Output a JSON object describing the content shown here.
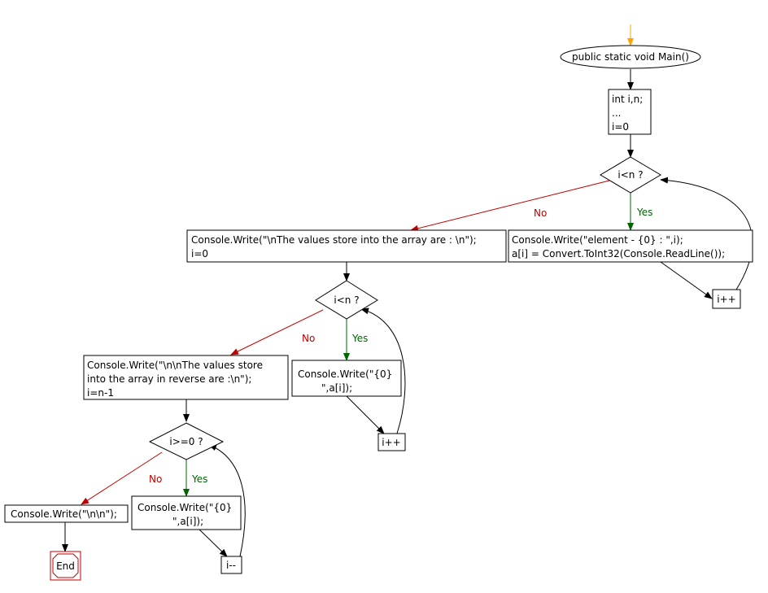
{
  "colors": {
    "start_arrow": "#ffa500",
    "no_branch": "#c00000",
    "yes_branch": "#006400",
    "end_outline": "#c00000",
    "line": "#000000"
  },
  "start": {
    "label": "public static void Main()"
  },
  "init_block": {
    "lines": [
      "int i,n;",
      "...",
      "i=0"
    ]
  },
  "cond1": {
    "label": "i<n ?"
  },
  "input_block": {
    "lines": [
      "Console.Write(\"element - {0} : \",i);",
      "a[i] = Convert.ToInt32(Console.ReadLine());"
    ]
  },
  "inc1": {
    "label": "i++"
  },
  "print_header_block": {
    "lines": [
      "Console.Write(\"\\nThe values store into the array are : \\n\");",
      "i=0"
    ]
  },
  "cond2": {
    "label": "i<n ?"
  },
  "print_block": {
    "lines": [
      "Console.Write(\"{0}",
      "\",a[i]);"
    ]
  },
  "inc2": {
    "label": "i++"
  },
  "reverse_header_block": {
    "lines": [
      "Console.Write(\"\\n\\nThe values store",
      "into the array in reverse are :\\n\");",
      "i=n-1"
    ]
  },
  "cond3": {
    "label": "i>=0 ?"
  },
  "reverse_print_block": {
    "lines": [
      "Console.Write(\"{0}",
      "\",a[i]);"
    ]
  },
  "dec": {
    "label": "i--"
  },
  "final_block": {
    "label": "Console.Write(\"\\n\\n\");"
  },
  "end": {
    "label": "End"
  },
  "branch_labels": {
    "yes": "Yes",
    "no": "No"
  }
}
